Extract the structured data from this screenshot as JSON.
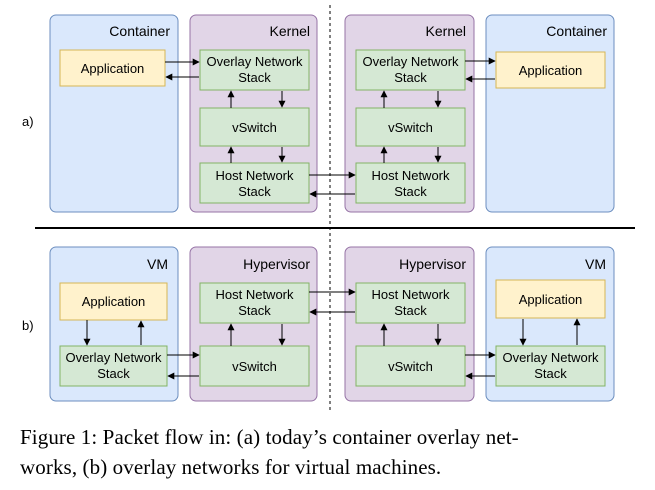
{
  "labels": {
    "container": "Container",
    "kernel": "Kernel",
    "vm": "VM",
    "hypervisor": "Hypervisor",
    "application": "Application",
    "overlay_line1": "Overlay Network",
    "overlay_line2": "Stack",
    "vswitch": "vSwitch",
    "host_line1": "Host Network",
    "host_line2": "Stack",
    "row_a": "a)",
    "row_b": "b)"
  },
  "caption": {
    "line1": "Figure 1: Packet flow in: (a) today’s container overlay net-",
    "line2": "works, (b) overlay networks for virtual machines."
  },
  "colors": {
    "blue_fill": "#dae8fc",
    "blue_stroke": "#6c8ebf",
    "purple_fill": "#e1d5e7",
    "purple_stroke": "#9673a6",
    "yellow_fill": "#fff2cc",
    "yellow_stroke": "#d6b656",
    "green_fill": "#d5e8d4",
    "green_stroke": "#82b366"
  }
}
